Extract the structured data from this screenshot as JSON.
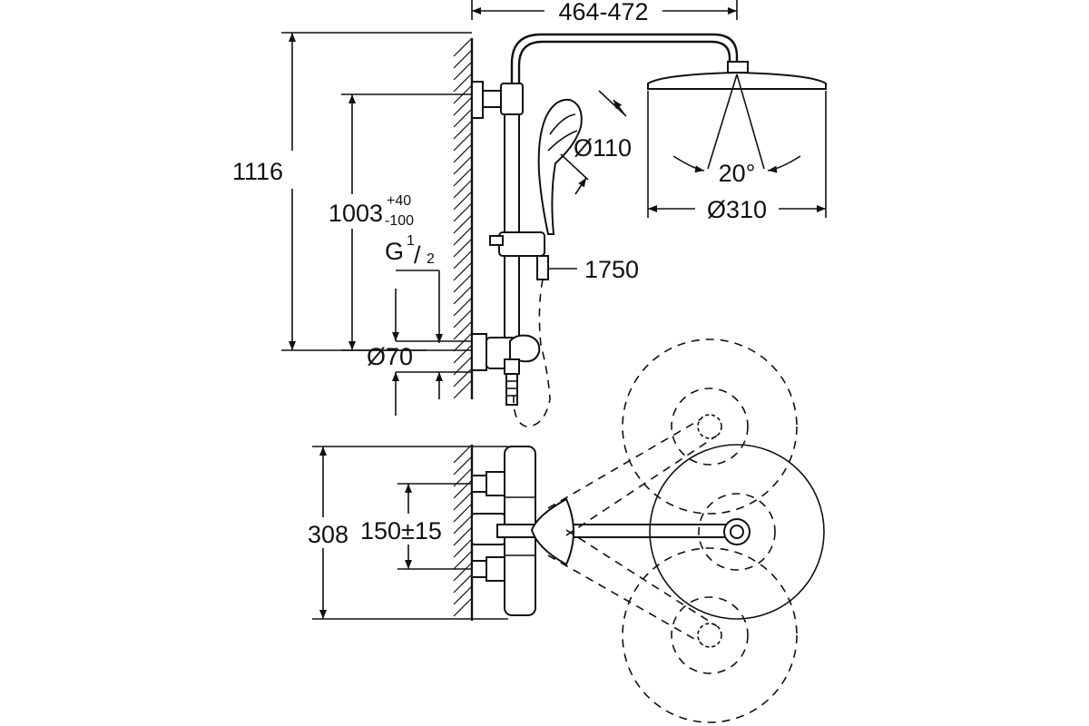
{
  "dimensions": {
    "arm_reach": "464-472",
    "total_height": "1116",
    "height_base": "1003",
    "height_tol_plus": "+40",
    "height_tol_minus": "-100",
    "thread_g": "G",
    "thread_num": "1",
    "thread_den": "2",
    "hand_shower_dia": "Ø110",
    "head_angle": "20°",
    "head_dia": "Ø310",
    "hose_length": "1750",
    "rosette_dia": "Ø70",
    "depth": "308",
    "inlet_spacing": "150±15"
  }
}
